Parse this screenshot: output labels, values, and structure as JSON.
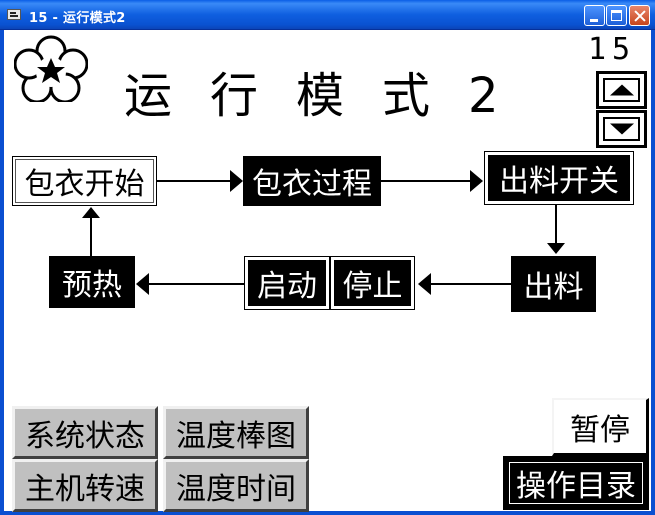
{
  "window": {
    "title": "15 - 运行模式2"
  },
  "header": {
    "page_number": "15",
    "title": "运行模式2"
  },
  "flow": {
    "wrap_start": "包衣开始",
    "wrap_process": "包衣过程",
    "discharge_switch": "出料开关",
    "discharge": "出料",
    "stop": "停止",
    "start": "启动",
    "preheat": "预热"
  },
  "nav": {
    "system_status": "系统状态",
    "temp_bar_chart": "温度棒图",
    "main_speed": "主机转速",
    "temp_time": "温度时间",
    "pause": "暂停",
    "operation_menu": "操作目录"
  },
  "icons": {
    "logo": "flower-logo-icon",
    "up": "arrow-up-icon",
    "down": "arrow-down-icon"
  }
}
